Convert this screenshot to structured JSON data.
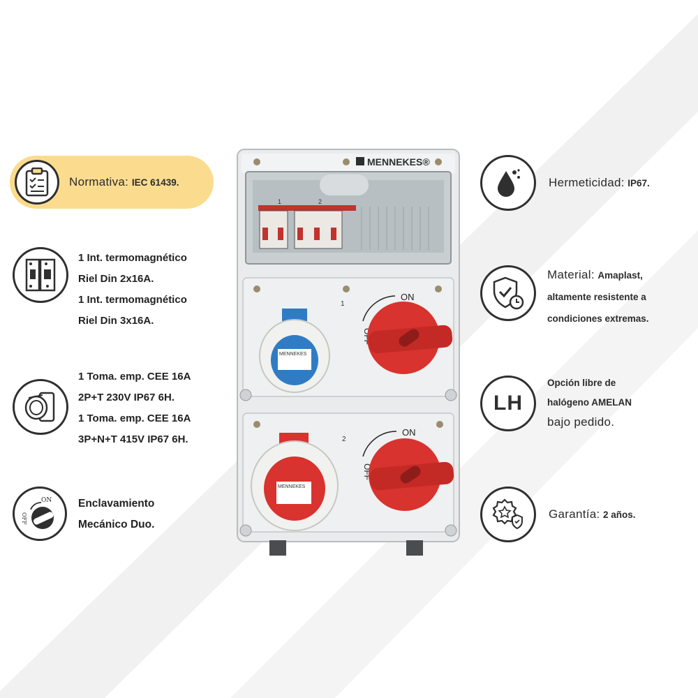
{
  "colors": {
    "accent": "#fbdc8e",
    "red": "#d8332e",
    "blue": "#2f7cc4",
    "dark": "#2f2f2f"
  },
  "left": {
    "normativa": {
      "label": "Normativa:",
      "value": "IEC 61439.",
      "icon": "clipboard-checklist-icon"
    },
    "breakers": {
      "lines": [
        "1 Int. termomagnético",
        "Riel Din 2x16A.",
        "1 Int. termomagnético",
        "Riel Din 3x16A."
      ],
      "icon": "circuit-breaker-icon"
    },
    "sockets": {
      "lines": [
        "1 Toma. emp. CEE 16A",
        "2P+T 230V IP67 6H.",
        "1 Toma. emp. CEE 16A",
        "3P+N+T 415V IP67 6H."
      ],
      "icon": "cee-socket-icon"
    },
    "interlock": {
      "lines": [
        "Enclavamiento",
        "Mecánico Duo."
      ],
      "icon": "rotary-switch-icon",
      "icon_on": "ON",
      "icon_off": "OFF"
    }
  },
  "right": {
    "hermeticidad": {
      "label": "Hermeticidad:",
      "value": "IP67.",
      "icon": "water-drop-icon"
    },
    "material": {
      "label": "Material:",
      "value_lines": [
        "Amaplast,",
        "altamente resistente a",
        "condiciones extremas."
      ],
      "icon": "shield-check-icon"
    },
    "halogen": {
      "lines": [
        "Opción libre de",
        "halógeno AMELAN"
      ],
      "extra": "bajo pedido.",
      "icon_text": "LH"
    },
    "garantia": {
      "label": "Garantía:",
      "value": "2 años.",
      "icon": "warranty-badge-icon"
    }
  },
  "product": {
    "brand": "MENNEKES®",
    "breaker_numbers": [
      "1",
      "2"
    ],
    "switch1": {
      "number": "1",
      "on": "ON",
      "off": "OFF"
    },
    "switch2": {
      "number": "2",
      "on": "ON",
      "off": "OFF"
    },
    "socket1_brand": "MENNEKES",
    "socket2_brand": "MENNEKES"
  }
}
